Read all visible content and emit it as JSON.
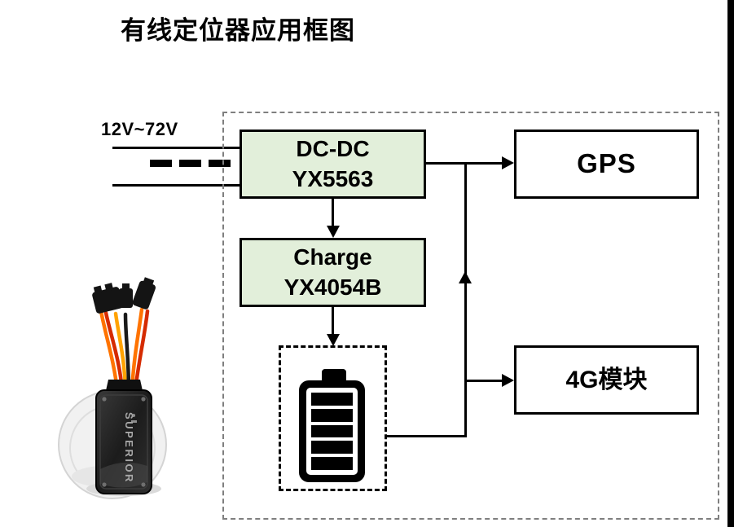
{
  "title": "有线定位器应用框图",
  "power_input": {
    "label": "12V~72V"
  },
  "blocks": {
    "dcdc": {
      "line1": "DC-DC",
      "line2": "YX5563"
    },
    "charge": {
      "line1": "Charge",
      "line2": "YX4054B"
    },
    "gps": {
      "label": "GPS"
    },
    "module_4g": {
      "label": "4G模块"
    }
  },
  "battery": {
    "icon": "battery-full-icon",
    "bars": 5
  },
  "device_photo": {
    "brand": "SUPERIOR"
  },
  "colors": {
    "block_fill_green": "#e2efda",
    "block_border": "#000000",
    "line": "#000000",
    "outer_dashed_border": "#7f7f7f",
    "wire_orange": "#ff7300",
    "wire_red": "#d52b00",
    "wire_yellow": "#ffa200",
    "wire_black": "#1a1a1a"
  }
}
